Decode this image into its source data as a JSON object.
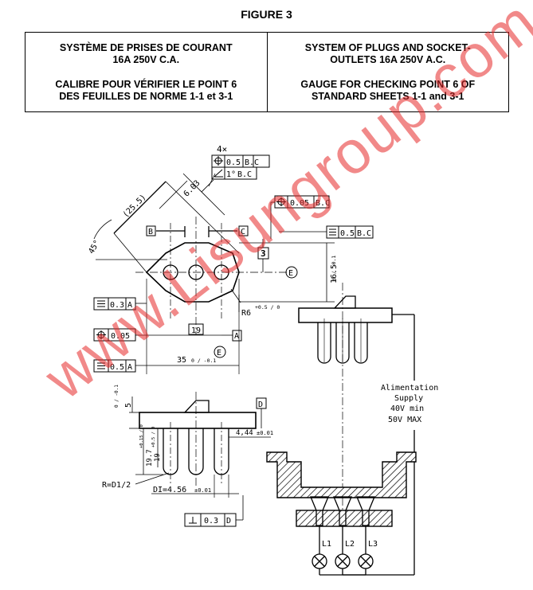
{
  "figure_title": "FIGURE 3",
  "header": {
    "left_line1": "SYSTÈME DE PRISES DE COURANT",
    "left_line2": "16A 250V C.A.",
    "left_line3": "CALIBRE POUR VÉRIFIER LE POINT 6",
    "left_line4": "DES FEUILLES DE NORME 1-1 et 3-1",
    "right_line1": "SYSTEM OF PLUGS AND SOCKET-",
    "right_line2": "OUTLETS 16A 250V A.C.",
    "right_line3": "GAUGE FOR CHECKING POINT 6 OF",
    "right_line4": "STANDARD SHEETS 1-1 and 3-1"
  },
  "drawing": {
    "count_4x": "4×",
    "tol_pos": "0.5",
    "datum_bc": "B.C",
    "tol_angle": "1°",
    "dim_603": "6.03",
    "dim_255": "(25.5)",
    "dim_45": "45°",
    "label_b": "B",
    "label_c": "C",
    "label_3": "3",
    "label_e": "E",
    "tol_pos2": "0.05",
    "tol_sym_05": "0.5",
    "dim_165": "16.5",
    "tol_165": "0 / -0.1",
    "tol_sym_03": "0.3",
    "datum_a": "A",
    "dim_r6": "R6",
    "tol_r6": "+0.5 / 0",
    "dim_19": "19",
    "dim_35": "35",
    "tol_35": "0 / -0.1",
    "label_d": "D",
    "dim_5": "5",
    "tol_5": "0 / -0.1",
    "dim_444": "4,44",
    "tol_444": "±0.01",
    "dim_197": "19.7",
    "tol_197": "+0.15 / 0",
    "dim_19b": "19",
    "tol_19b": "+0.5 / 0",
    "dim_r": "R=D1/2",
    "dim_di": "DI=4.56",
    "tol_di": "±0.01",
    "tol_perp": "0.3",
    "datum_d": "D",
    "supply_fr": "Alimentation",
    "supply_en": "Supply",
    "supply_min": "40V min",
    "supply_max": "50V MAX",
    "lamp_l1": "L1",
    "lamp_l2": "L2",
    "lamp_l3": "L3"
  },
  "watermark": "www.Lisungroup.com"
}
